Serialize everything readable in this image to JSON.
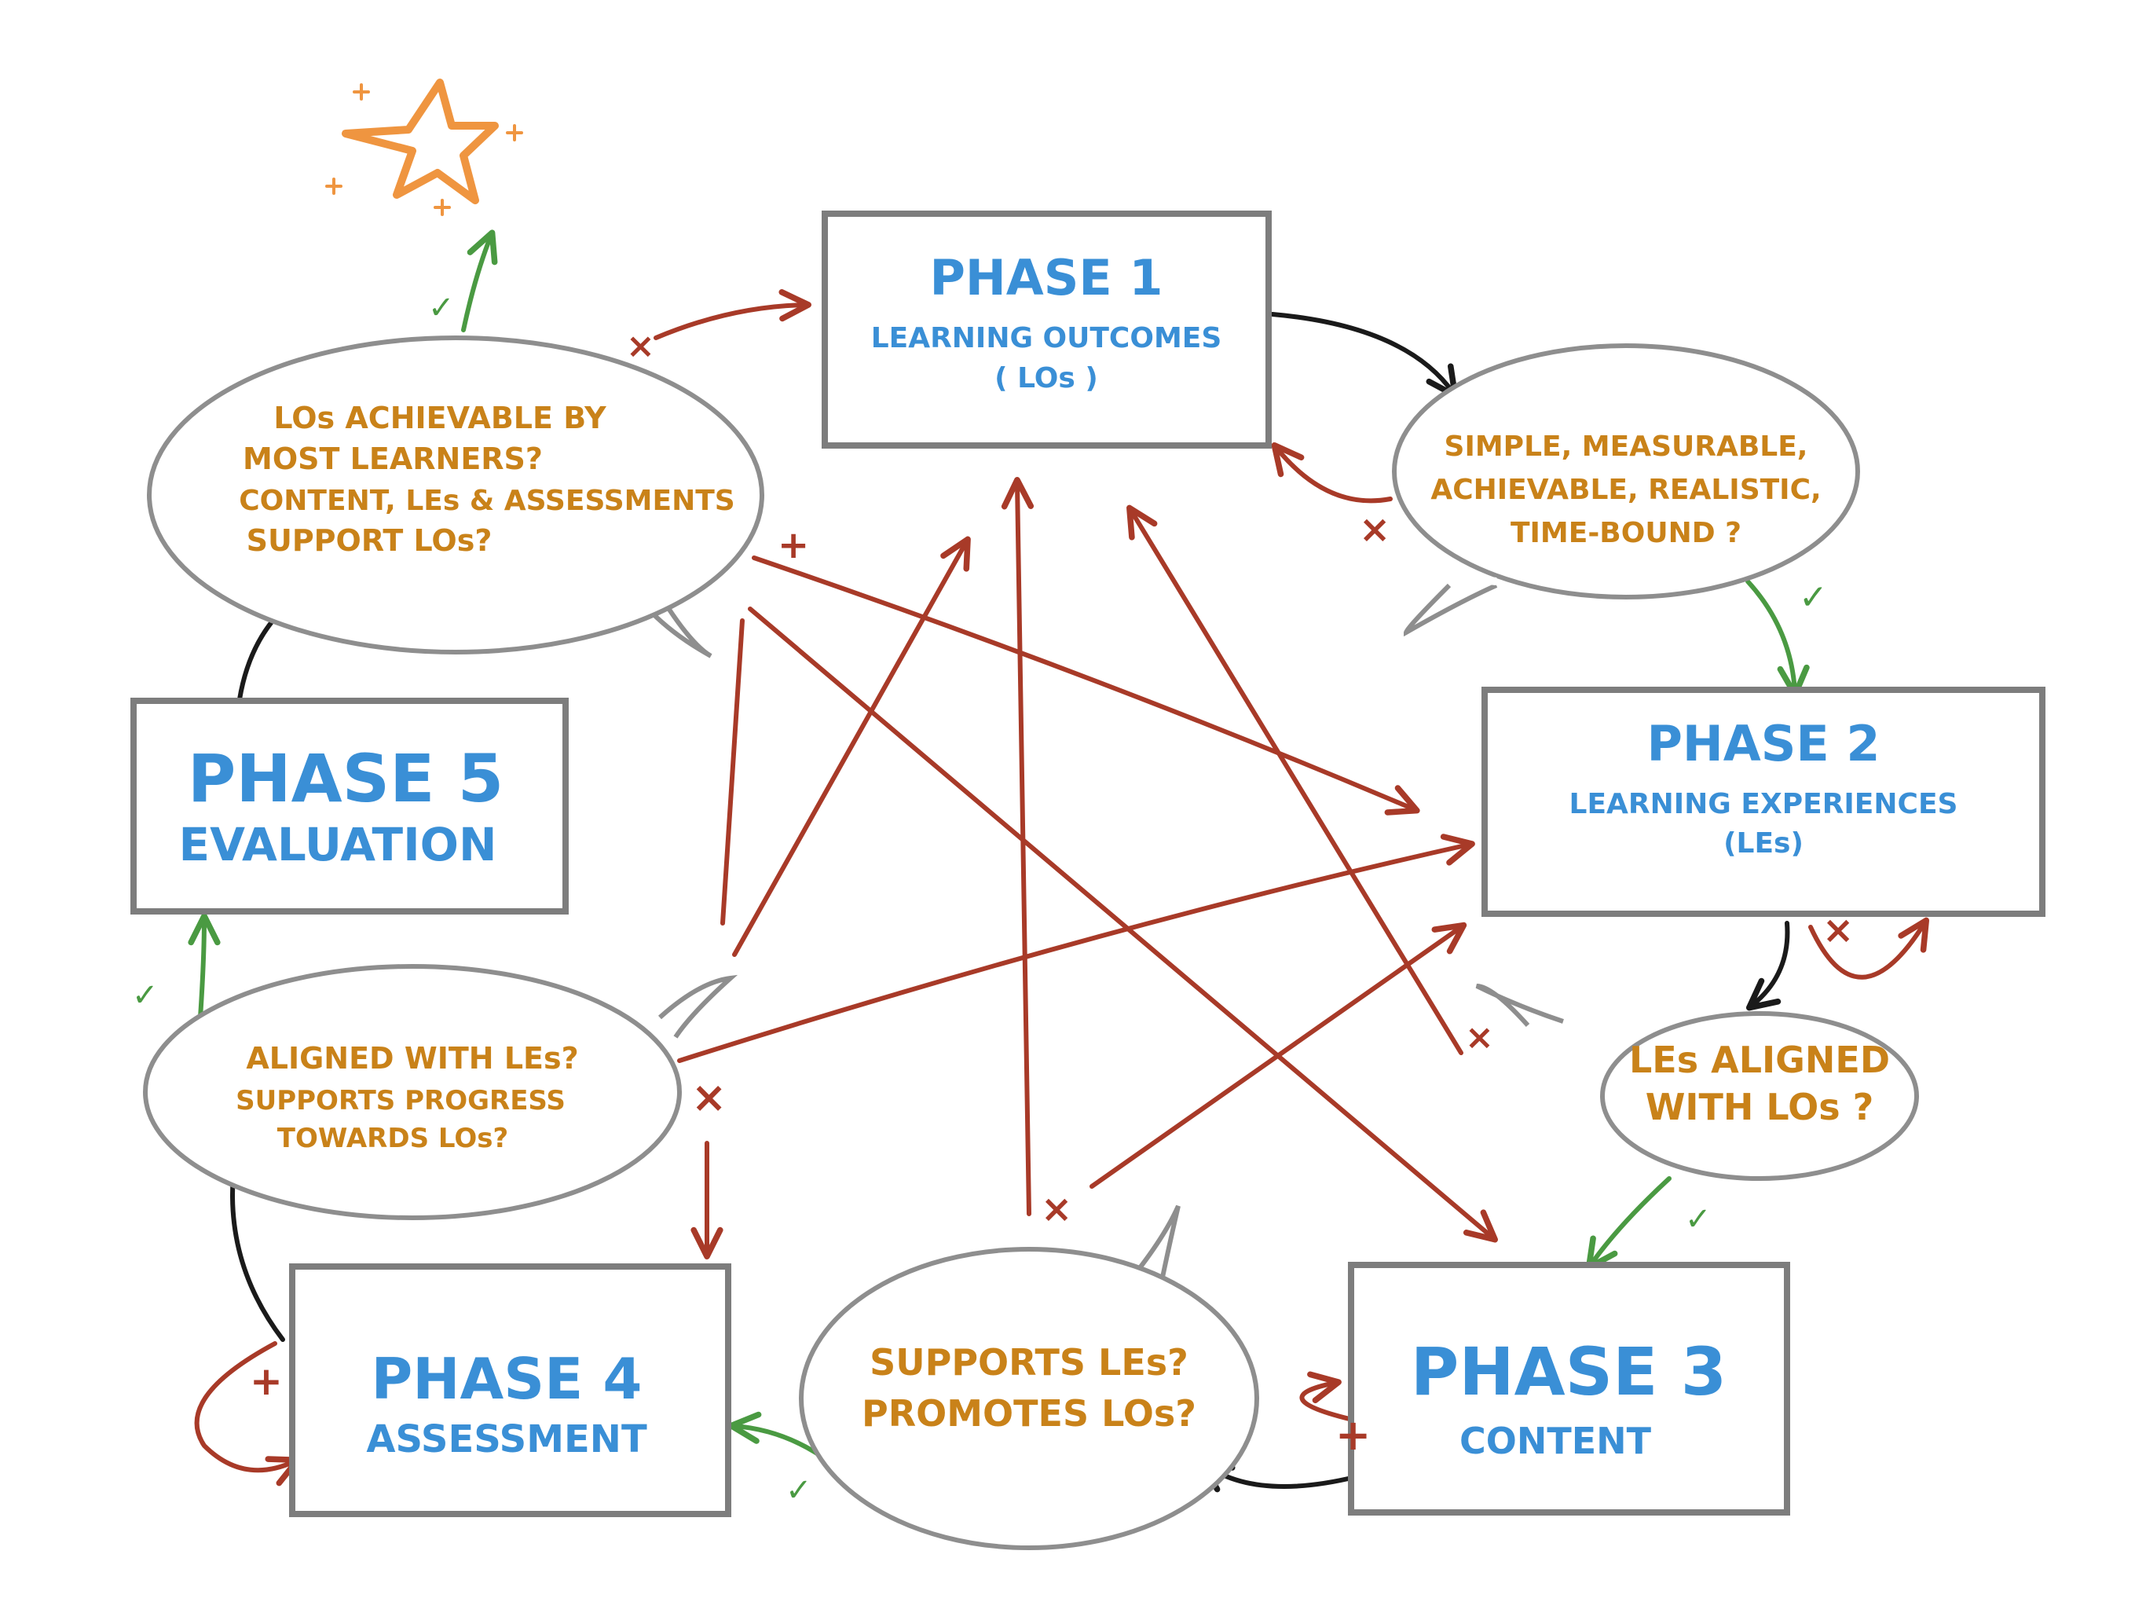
{
  "colors": {
    "phase_text": "#3a8fd6",
    "question_text": "#c98219",
    "flow_arrow": "#1a1a1a",
    "success_arrow": "#4a9a42",
    "failure_arrow": "#a83a28",
    "star": "#ef9540",
    "outline": "#7d7d7d"
  },
  "star": {
    "icon": "star-icon"
  },
  "phases": {
    "p1": {
      "title": "PHASE 1",
      "line1": "LEARNING OUTCOMES",
      "line2": "( LOs )"
    },
    "p2": {
      "title": "PHASE 2",
      "line1": "LEARNING EXPERIENCES",
      "line2": "(LEs)"
    },
    "p3": {
      "title": "PHASE 3",
      "line1": "CONTENT"
    },
    "p4": {
      "title": "PHASE 4",
      "line1": "ASSESSMENT"
    },
    "p5": {
      "title": "PHASE 5",
      "line1": "EVALUATION"
    }
  },
  "questions": {
    "q1": {
      "lines": [
        "SIMPLE, MEASURABLE,",
        "ACHIEVABLE, REALISTIC,",
        "TIME-BOUND ?"
      ]
    },
    "q2": {
      "lines": [
        "LEs ALIGNED",
        "WITH LOs ?"
      ]
    },
    "q3": {
      "lines": [
        "SUPPORTS LEs?",
        "PROMOTES LOs?"
      ]
    },
    "q4": {
      "lines": [
        "ALIGNED WITH LEs?",
        "SUPPORTS PROGRESS",
        "TOWARDS LOs?"
      ]
    },
    "q5": {
      "lines": [
        "LOs ACHIEVABLE BY",
        "MOST LEARNERS?",
        "CONTENT, LEs & ASSESSMENTS",
        "SUPPORT LOs?"
      ]
    }
  },
  "marks": {
    "check": "✓",
    "x": "×",
    "plus": "+"
  }
}
